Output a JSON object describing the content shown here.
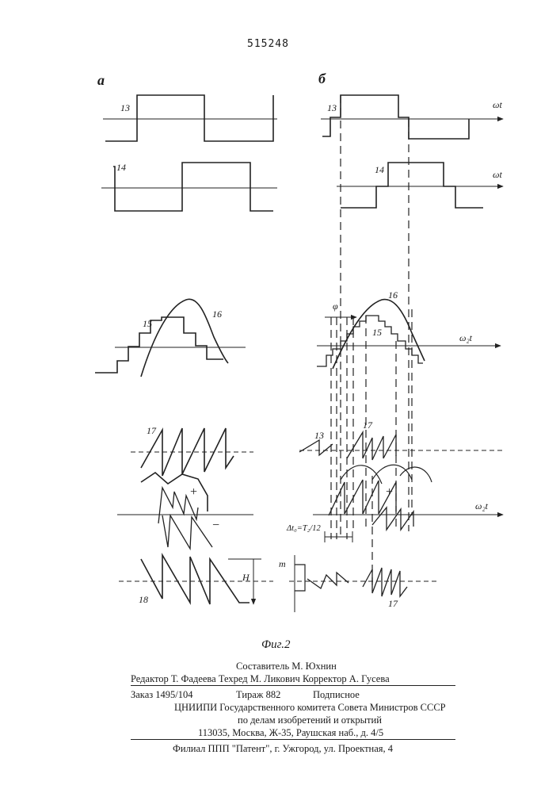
{
  "patent_number": "515248",
  "panels": {
    "left": "а",
    "right": "б"
  },
  "curve_labels": {
    "c13": "13",
    "c14": "14",
    "c15": "15",
    "c16": "16",
    "c17": "17",
    "c18": "18",
    "r13": "13",
    "r14": "14",
    "r15": "15",
    "r16": "16",
    "r17": "17",
    "r17b": "17",
    "r13b": "13"
  },
  "axis_labels": {
    "omega_t_1": "ωt",
    "omega_t_2": "ωt",
    "omega2_t_1": "ω₂t",
    "omega2_t_2": "ω₂t"
  },
  "annotations": {
    "phi": "φ",
    "plus_left": "+",
    "plus_right": "+",
    "minus": "−",
    "H": "H",
    "m": "m",
    "delta": "Δt₀=T₂/12"
  },
  "caption": "Фиг.2",
  "footer": {
    "compiler": "Составитель М. Юхнин",
    "editors": "Редактор Т. Фадеева Техред  М. Ликович   Корректор А. Гусева",
    "order": "Заказ 1495/104",
    "print_run": "Тираж 882",
    "subscription": "Подписное",
    "institute": "ЦНИИПИ Государственного комитета Совета Министров СССР",
    "affairs": "по делам изобретений и открытий",
    "address": "113035, Москва, Ж-35, Раушская наб., д. 4/5",
    "branch": "Филиал ППП \"Патент\", г. Ужгород, ул. Проектная, 4"
  }
}
